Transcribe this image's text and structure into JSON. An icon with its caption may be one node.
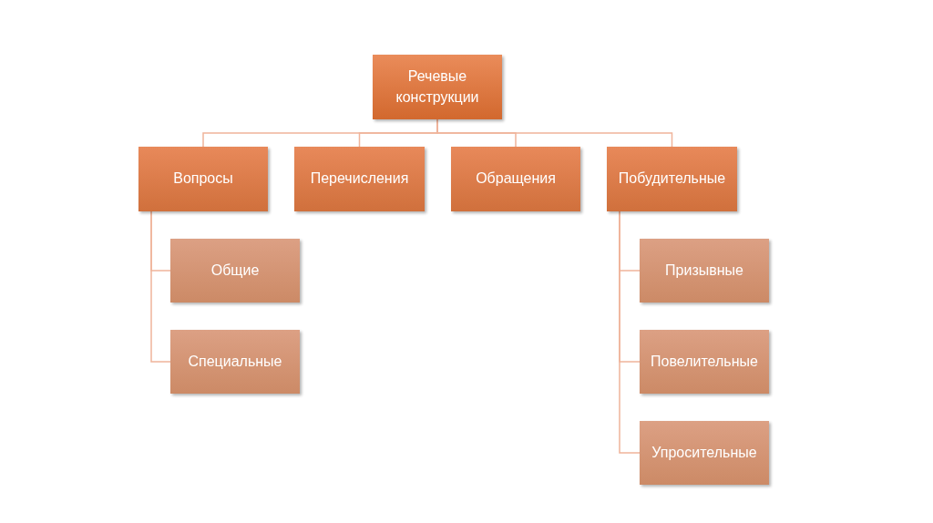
{
  "diagram": {
    "nodes": [
      {
        "text": [
          "Речевые конструкции"
        ]
      },
      {
        "text": [
          "Вопросы"
        ]
      },
      {
        "text": [
          "Перечисления"
        ]
      },
      {
        "text": [
          "Обращения"
        ]
      },
      {
        "text": [
          "Побудительные"
        ]
      },
      {
        "text": [
          "Общие"
        ]
      },
      {
        "text": [
          "Специальные"
        ]
      },
      {
        "text": [
          "Призывные"
        ]
      },
      {
        "text": [
          "Повелительные"
        ]
      },
      {
        "text": [
          "Упросительные"
        ]
      }
    ],
    "edges": [
      {
        "from": 0,
        "to": 1,
        "arrow": "none"
      },
      {
        "from": 0,
        "to": 2,
        "arrow": "none"
      },
      {
        "from": 0,
        "to": 3,
        "arrow": "none"
      },
      {
        "from": 0,
        "to": 4,
        "arrow": "none"
      },
      {
        "from": 1,
        "to": 5,
        "arrow": "none"
      },
      {
        "from": 1,
        "to": 6,
        "arrow": "none"
      },
      {
        "from": 4,
        "to": 7,
        "arrow": "none"
      },
      {
        "from": 4,
        "to": 8,
        "arrow": "none"
      },
      {
        "from": 4,
        "to": 9,
        "arrow": "none"
      }
    ]
  }
}
